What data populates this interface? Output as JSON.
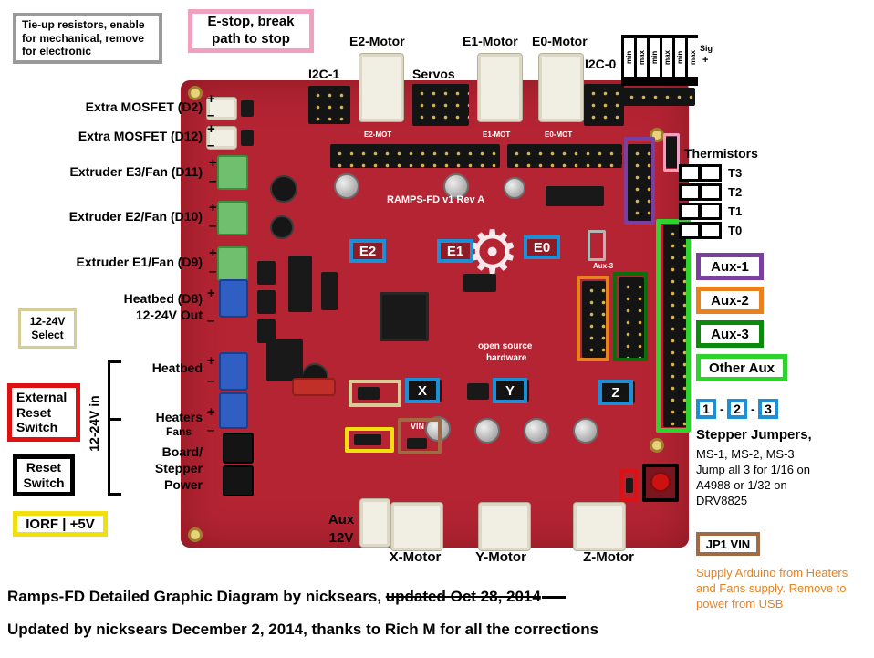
{
  "colors": {
    "board_red": "#b52433",
    "blue": "#1e8fd5",
    "purple": "#7a3fa0",
    "orange": "#e8821e",
    "dark_green": "#0c8a0c",
    "bright_green": "#2ed32e",
    "yellow": "#f0e010",
    "red": "#dd1111",
    "pink": "#f2a0c0",
    "tan": "#d8cc96",
    "brown": "#a06a45",
    "gray": "#9a9a9a"
  },
  "top": {
    "tie_up_note": "Tie-up resistors, enable for mechanical, remove for electronic",
    "estop_note": "E-stop, break path to stop",
    "e2_motor": "E2-Motor",
    "i2c1": "I2C-1",
    "servos": "Servos",
    "e1_motor": "E1-Motor",
    "e0_motor": "E0-Motor",
    "i2c0": "I2C-0",
    "therm_cols": [
      "min",
      "max",
      "min",
      "max",
      "min",
      "max"
    ],
    "sig": "Sig",
    "sig_plus": "+"
  },
  "thermistors": {
    "title": "Thermistors",
    "rows": [
      "T3",
      "T2",
      "T1",
      "T0"
    ]
  },
  "left": {
    "rows": [
      {
        "l1": "Extra MOSFET (D2)"
      },
      {
        "l1": "Extra MOSFET (D12)"
      },
      {
        "l1": "Extruder E3/Fan (D11)"
      },
      {
        "l1": "Extruder E2/Fan (D10)"
      },
      {
        "l1": "Extruder E1/Fan (D9)"
      },
      {
        "l1": "Heatbed (D8)",
        "l2": "12-24V Out"
      },
      {
        "l1": "Heatbed"
      },
      {
        "l1": "Heaters",
        "l2": "Fans"
      },
      {
        "l1": "Board/",
        "l2": "Stepper",
        "l3": "Power"
      }
    ],
    "plus": "+",
    "minus": "–",
    "v_in": "12-24V in",
    "select_note": "12-24V Select",
    "ext_reset_note": "External Reset Switch",
    "reset_note": "Reset Switch",
    "iorf_note": "IORF | +5V"
  },
  "right": {
    "aux1": "Aux-1",
    "aux2": "Aux-2",
    "aux3": "Aux-3",
    "other_aux": "Other Aux",
    "jumpers": [
      "1",
      "2",
      "3"
    ],
    "jumper_sep": "-",
    "stepper_title": "Stepper Jumpers,",
    "stepper_l1": "MS-1, MS-2, MS-3",
    "stepper_l2": "Jump all 3 for 1/16 on",
    "stepper_l3": "A4988 or 1/32 on",
    "stepper_l4": "DRV8825",
    "jp1": "JP1 VIN",
    "jp1_note": "Supply Arduino from Heaters and Fans supply. Remove to power from USB"
  },
  "board": {
    "title": "RAMPS-FD v1 Rev A",
    "silk_e2": "E2-MOT",
    "silk_e1": "E1-MOT",
    "silk_e0": "E0-MOT",
    "silk_aux3": "Aux-3",
    "silk_vin": "VIN",
    "osh_1": "open source",
    "osh_2": "hardware",
    "gear_glyph": "⚙",
    "drv": {
      "e2": "E2",
      "e1": "E1",
      "e0": "E0",
      "x": "X",
      "y": "Y",
      "z": "Z"
    }
  },
  "bottom": {
    "aux_l1": "Aux",
    "aux_l2": "12V",
    "x_motor": "X-Motor",
    "y_motor": "Y-Motor",
    "z_motor": "Z-Motor",
    "credit_pre": "Ramps-FD Detailed Graphic Diagram by nicksears, ",
    "credit_struck": "updated Oct 28, 2014",
    "credit_line2": "Updated by nicksears December 2, 2014, thanks to Rich M for all the corrections"
  }
}
